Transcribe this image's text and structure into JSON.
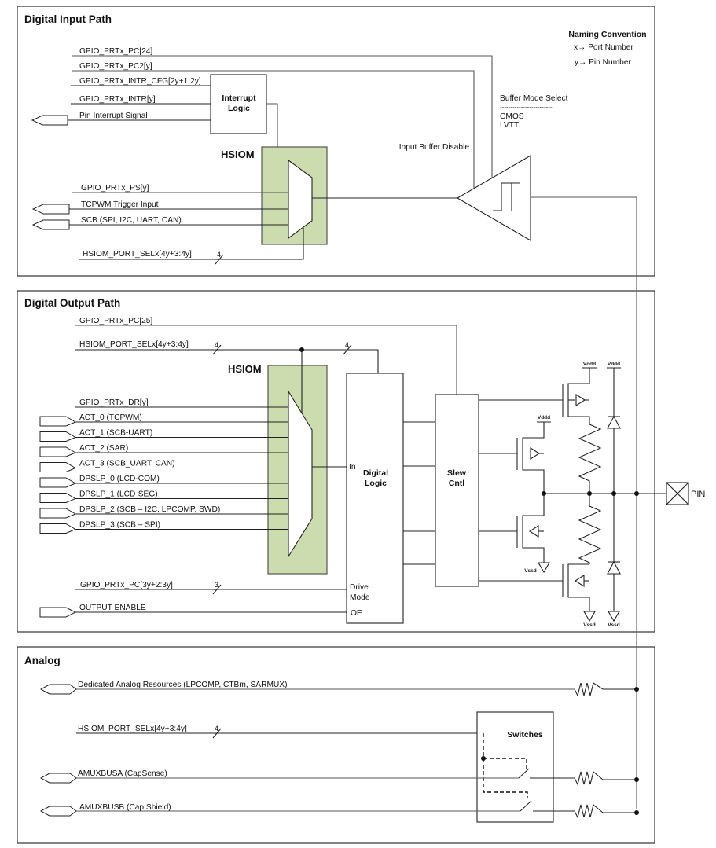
{
  "diagram": {
    "sections": {
      "input": "Digital Input Path",
      "output": "Digital Output Path",
      "analog": "Analog"
    },
    "naming": {
      "title": "Naming Convention",
      "x": "x→ Port Number",
      "y": "y→ Pin Number"
    },
    "buffer_mode": {
      "title": "Buffer Mode Select",
      "sep": "-------------------------",
      "options": [
        "CMOS",
        "LVTTL"
      ]
    },
    "input_path": {
      "signals": [
        "GPIO_PRTx_PC[24]",
        "GPIO_PRTx_PC2[y]",
        "GPIO_PRTx_INTR_CFG[2y+1:2y]",
        "GPIO_PRTx_INTR[y]",
        "Pin Interrupt Signal",
        "GPIO_PRTx_PS[y]",
        "TCPWM Trigger Input",
        "SCB (SPI, I2C, UART, CAN)",
        "HSIOM_PORT_SELx[4y+3:4y]"
      ],
      "interrupt_logic": [
        "Interrupt",
        "Logic"
      ],
      "hsiom": "HSIOM",
      "input_buffer_disable": "Input Buffer Disable",
      "bus_width": "4"
    },
    "output_path": {
      "signals_top": [
        "GPIO_PRTx_PC[25]",
        "HSIOM_PORT_SELx[4y+3:4y]",
        "GPIO_PRTx_DR[y]"
      ],
      "act_signals": [
        "ACT_0 (TCPWM)",
        "ACT_1 (SCB-UART)",
        "ACT_2  (SAR)",
        "ACT_3  (SCB_UART, CAN)",
        "DPSLP_0 (LCD-COM)",
        "DPSLP_1 (LCD-SEG)",
        "DPSLP_2 (SCB – I2C, LPCOMP, SWD)",
        "DPSLP_3 (SCB – SPI)"
      ],
      "drive_mode_signal": "GPIO_PRTx_PC[3y+2:3y]",
      "output_enable": "OUTPUT ENABLE",
      "hsiom": "HSIOM",
      "digital_logic": [
        "Digital",
        "Logic"
      ],
      "port_in": "In",
      "port_drive": [
        "Drive",
        "Mode"
      ],
      "port_oe": "OE",
      "slew": [
        "Slew",
        "Cntl"
      ],
      "bus_width_sel": "4",
      "bus_width_sel2": "4",
      "bus_width_drive": "3",
      "vddd": "Vddd",
      "vssd": "Vssd",
      "pin": "PIN"
    },
    "analog": {
      "signals": [
        "Dedicated Analog Resources (LPCOMP, CTBm, SARMUX)",
        "HSIOM_PORT_SELx[4y+3:4y]",
        "AMUXBUSA (CapSense)",
        "AMUXBUSB (Cap Shield)"
      ],
      "switches": "Switches",
      "bus_width": "4"
    }
  }
}
